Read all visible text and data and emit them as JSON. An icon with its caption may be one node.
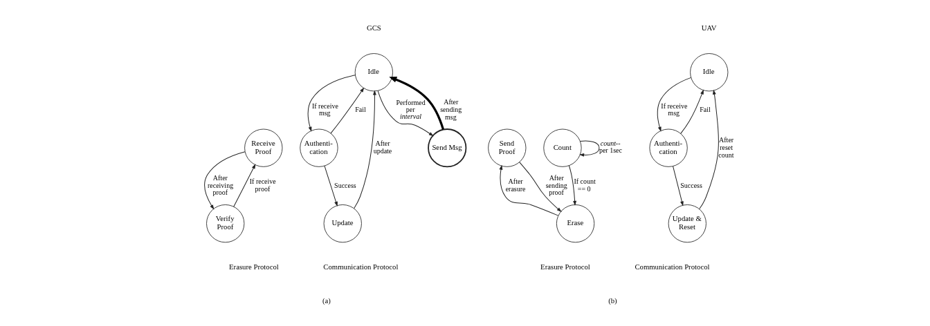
{
  "diagram": {
    "nodes": [
      {
        "text": [
          "Idle"
        ]
      },
      {
        "text": [
          "Authenti- cation"
        ]
      },
      {
        "text": [
          "Update"
        ]
      },
      {
        "text": [
          "Send Msg"
        ]
      },
      {
        "text": [
          "Receive Proof"
        ]
      },
      {
        "text": [
          "Verify Proof"
        ]
      },
      {
        "text": [
          "Idle"
        ]
      },
      {
        "text": [
          "Authenti- cation"
        ]
      },
      {
        "text": [
          "Update & Reset"
        ]
      },
      {
        "text": [
          "Count"
        ]
      },
      {
        "text": [
          "Send Proof"
        ]
      },
      {
        "text": [
          "Erase"
        ]
      }
    ],
    "edges": [
      {
        "from": 0,
        "to": 1,
        "arrow": "to",
        "label": "If receive msg"
      },
      {
        "from": 1,
        "to": 0,
        "arrow": "to",
        "label": "Fail"
      },
      {
        "from": 1,
        "to": 2,
        "arrow": "to",
        "label": "Success"
      },
      {
        "from": 2,
        "to": 0,
        "arrow": "to",
        "label": "After update"
      },
      {
        "from": 0,
        "to": 3,
        "arrow": "to",
        "label": "Performed per *interval*"
      },
      {
        "from": 3,
        "to": 0,
        "arrow": "to",
        "label": "After sending msg",
        "style": "thick"
      },
      {
        "from": 4,
        "to": 5,
        "arrow": "to",
        "label": "After receiving proof"
      },
      {
        "from": 5,
        "to": 4,
        "arrow": "to",
        "label": "If receive proof"
      },
      {
        "from": 6,
        "to": 7,
        "arrow": "to",
        "label": "If receive msg"
      },
      {
        "from": 7,
        "to": 6,
        "arrow": "to",
        "label": "Fail"
      },
      {
        "from": 7,
        "to": 8,
        "arrow": "to",
        "label": "Success"
      },
      {
        "from": 8,
        "to": 6,
        "arrow": "to",
        "label": "After reset count"
      },
      {
        "from": 9,
        "to": 9,
        "arrow": "to",
        "label": "*count*-- per 1sec"
      },
      {
        "from": 9,
        "to": 11,
        "arrow": "to",
        "label": "If count == 0"
      },
      {
        "from": 10,
        "to": 11,
        "arrow": "to",
        "label": "After sending proof"
      },
      {
        "from": 11,
        "to": 10,
        "arrow": "to",
        "label": "After erasure"
      }
    ],
    "labels": [
      "GCS",
      "UAV",
      "Communication Protocol",
      "Erasure Protocol",
      "Communication Protocol",
      "Erasure Protocol",
      "(a)",
      "(b)"
    ]
  }
}
